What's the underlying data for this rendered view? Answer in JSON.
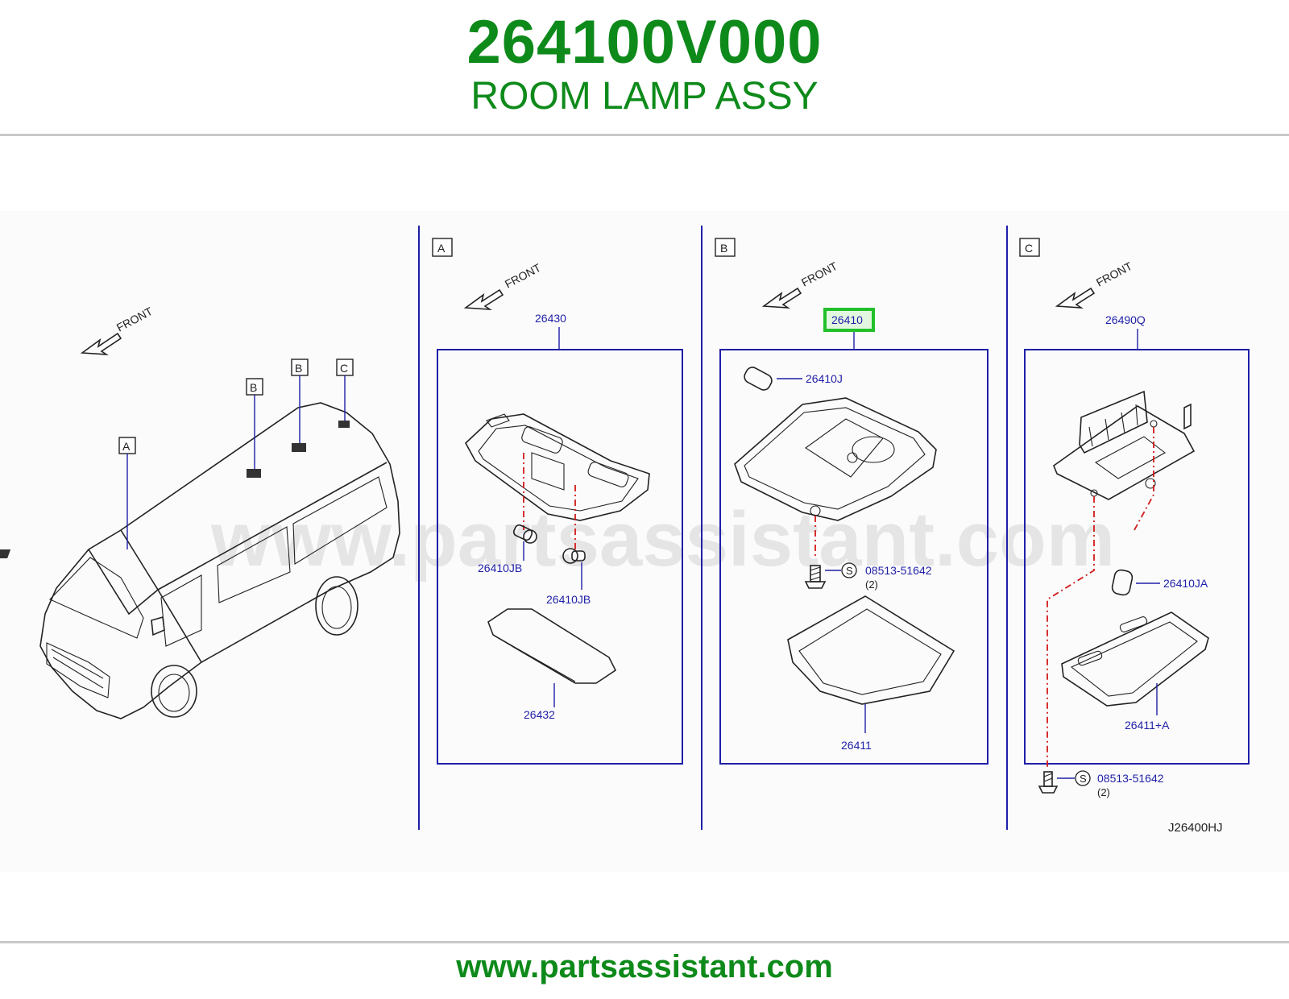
{
  "header": {
    "part_number": "264100V000",
    "part_name": "ROOM LAMP ASSY"
  },
  "footer": {
    "url": "www.partsassistant.com"
  },
  "diagram": {
    "watermark": "www.partsassistant.com",
    "drawing_code": "J26400HJ",
    "front_label": "FRONT",
    "overview": {
      "callouts": [
        "A",
        "B",
        "B",
        "C"
      ]
    },
    "panels": [
      {
        "letter": "A",
        "assembly": "26430",
        "parts": [
          "26410JB",
          "26410JB",
          "26432"
        ]
      },
      {
        "letter": "B",
        "assembly": "26410",
        "assembly_highlighted": true,
        "parts": [
          "26410J",
          "08513-51642",
          "(2)",
          "26411"
        ],
        "screw_symbol": "S"
      },
      {
        "letter": "C",
        "assembly": "26490Q",
        "parts": [
          "26410JA",
          "26411+A",
          "08513-51642",
          "(2)"
        ],
        "screw_symbol": "S"
      }
    ],
    "colors": {
      "title_green": "#0e8a1a",
      "label_blue": "#1f1fa8",
      "highlight_green": "#22c02a",
      "leader_red": "#d21a1a"
    }
  }
}
